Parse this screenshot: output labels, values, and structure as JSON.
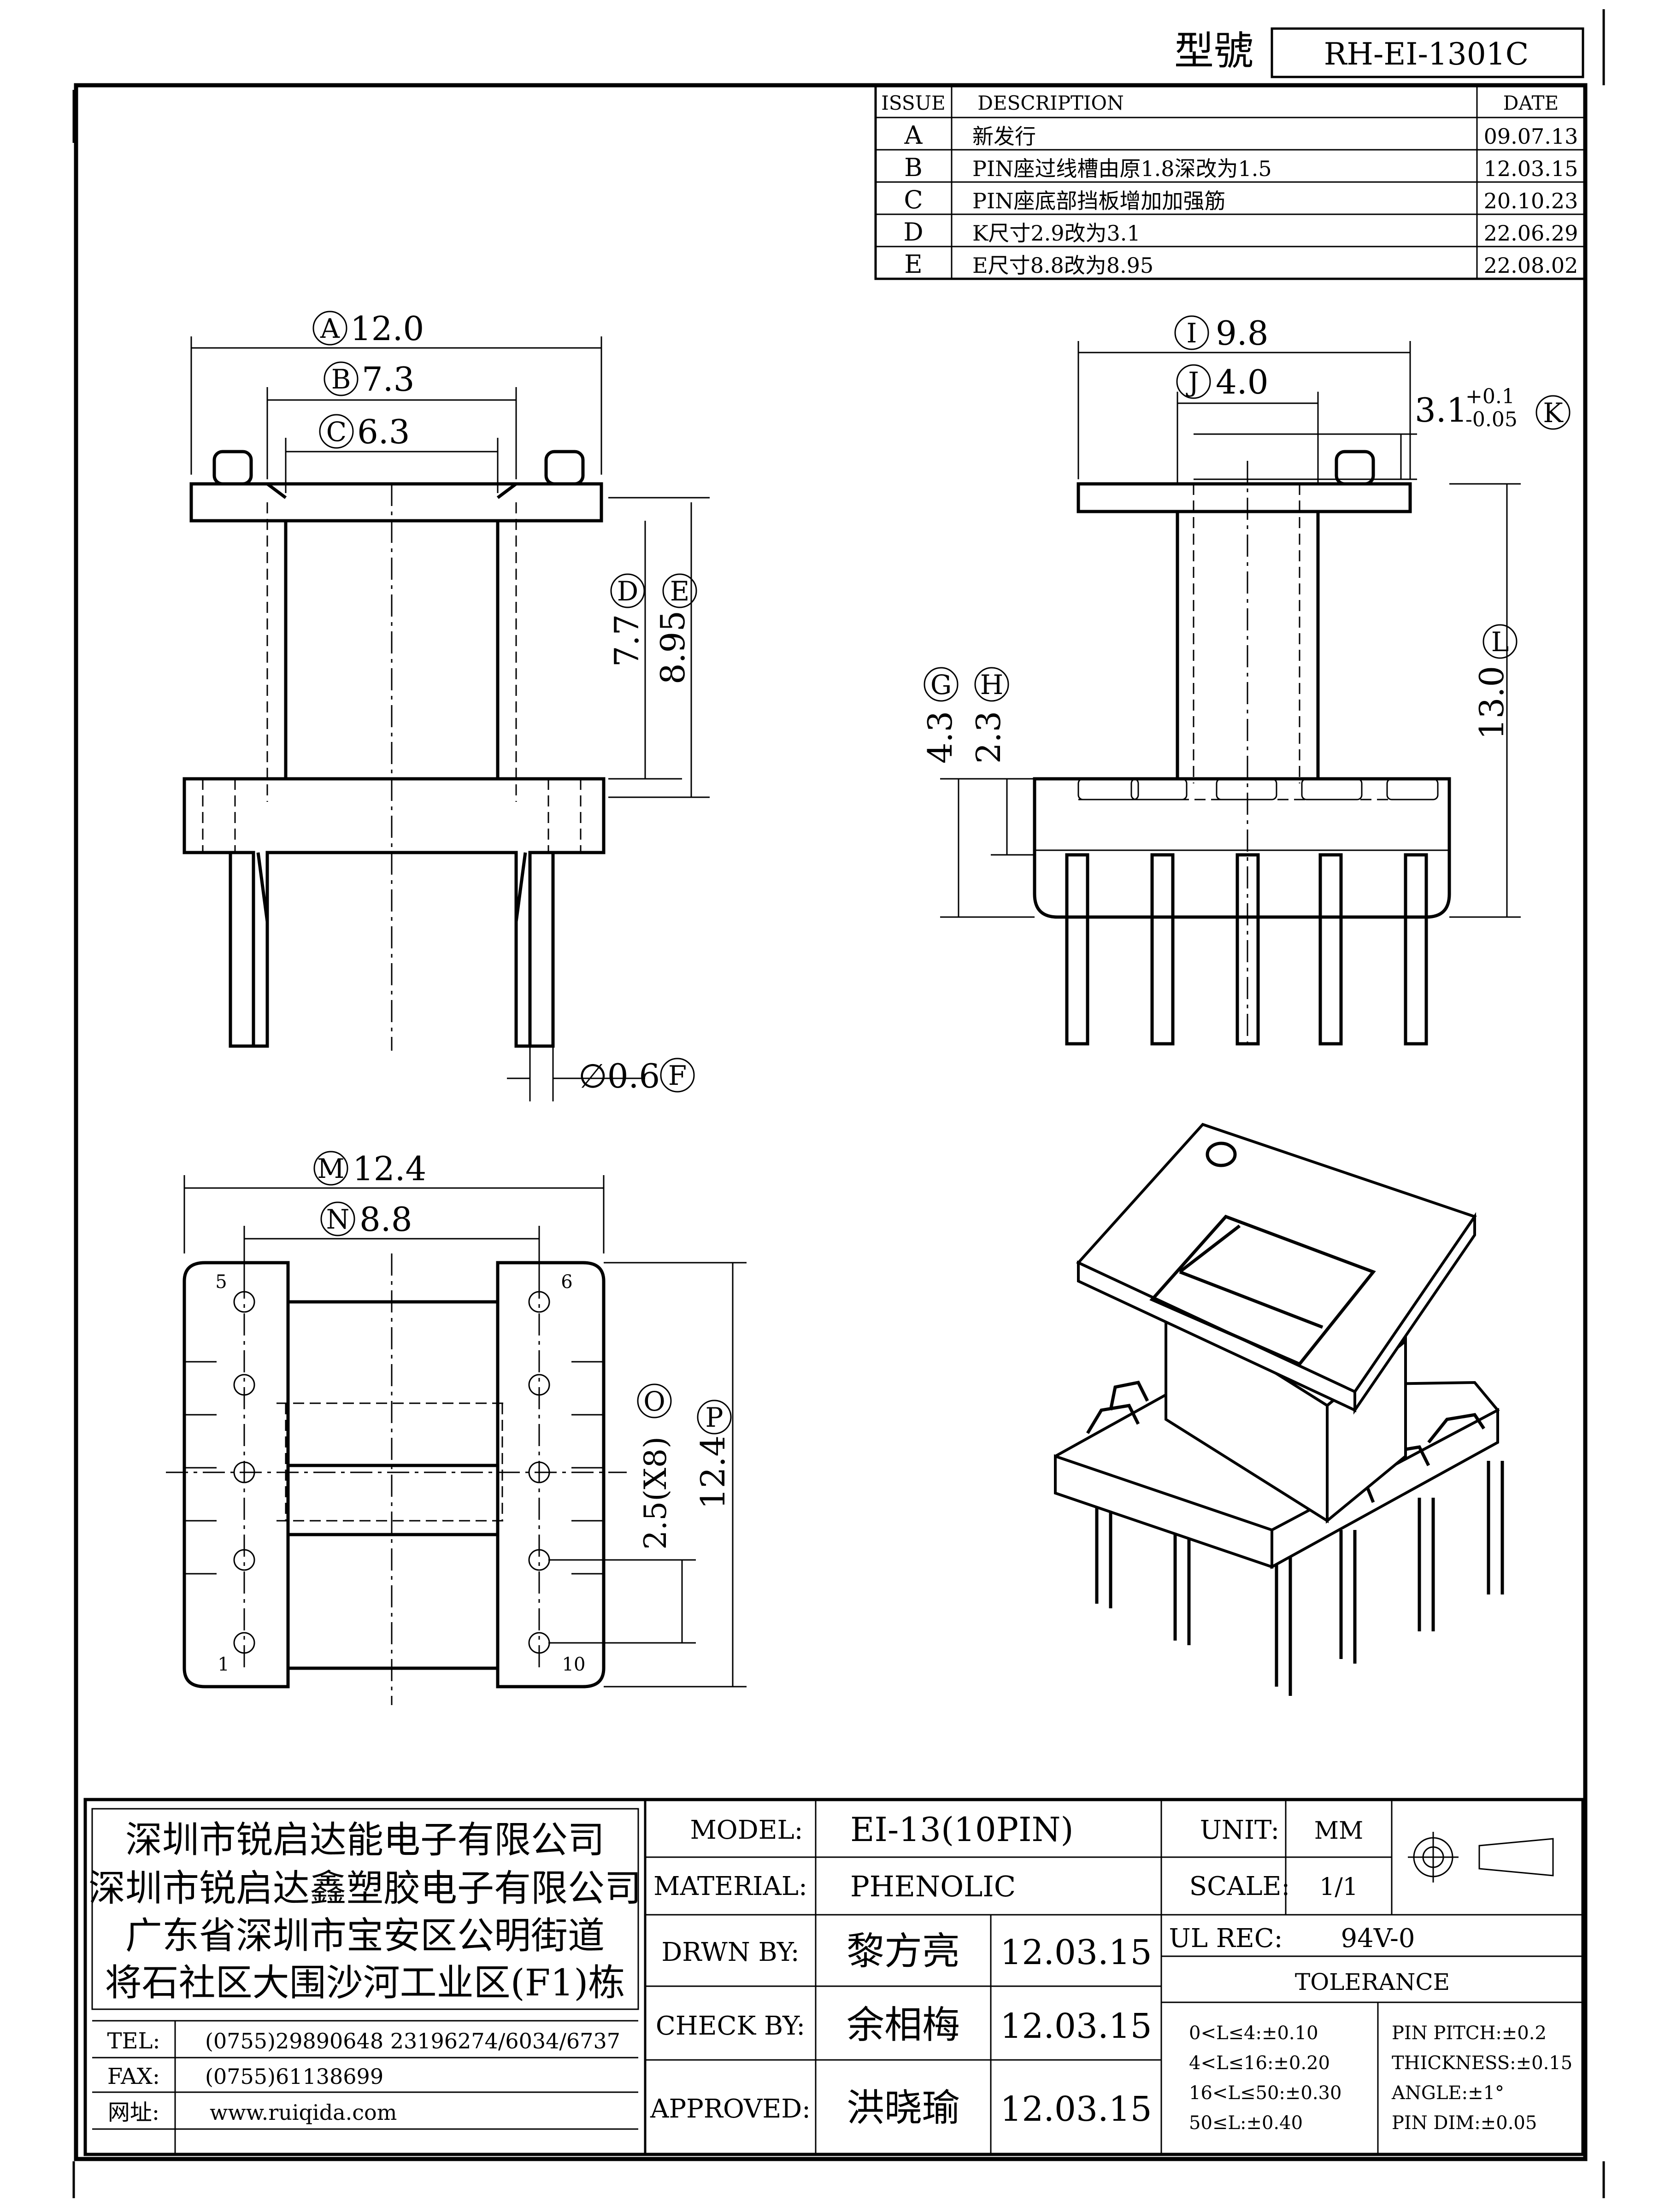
{
  "header": {
    "model_label": "型號",
    "model_number": "RH-EI-1301C"
  },
  "revisions": {
    "headers": {
      "issue": "ISSUE",
      "description": "DESCRIPTION",
      "date": "DATE"
    },
    "rows": [
      {
        "issue": "A",
        "description": "新发行",
        "date": "09.07.13"
      },
      {
        "issue": "B",
        "description": "PIN座过线槽由原1.8深改为1.5",
        "date": "12.03.15"
      },
      {
        "issue": "C",
        "description": "PIN座底部挡板增加加强筋",
        "date": "20.10.23"
      },
      {
        "issue": "D",
        "description": "K尺寸2.9改为3.1",
        "date": "22.06.29"
      },
      {
        "issue": "E",
        "description": "E尺寸8.8改为8.95",
        "date": "22.08.02"
      }
    ]
  },
  "dimensions": {
    "A": {
      "letter": "A",
      "value": "12.0"
    },
    "B": {
      "letter": "B",
      "value": "7.3"
    },
    "C": {
      "letter": "C",
      "value": "6.3"
    },
    "D": {
      "letter": "D",
      "value": "7.7"
    },
    "E": {
      "letter": "E",
      "value": "8.95"
    },
    "F": {
      "letter": "F",
      "value": "∅0.6"
    },
    "G": {
      "letter": "G",
      "value": "4.3"
    },
    "H": {
      "letter": "H",
      "value": "2.3"
    },
    "I": {
      "letter": "I",
      "value": "9.8"
    },
    "J": {
      "letter": "J",
      "value": "4.0"
    },
    "K": {
      "letter": "K",
      "value": "3.1",
      "tol_plus": "+0.1",
      "tol_minus": "-0.05"
    },
    "L": {
      "letter": "L",
      "value": "13.0"
    },
    "M": {
      "letter": "M",
      "value": "12.4"
    },
    "N": {
      "letter": "N",
      "value": "8.8"
    },
    "O": {
      "letter": "O",
      "value": "2.5(X8)"
    },
    "P": {
      "letter": "P",
      "value": "12.4"
    }
  },
  "pin_numbers": {
    "p5": "5",
    "p6": "6",
    "p1": "1",
    "p10": "10"
  },
  "company": {
    "lines": [
      "深圳市锐启达能电子有限公司",
      "深圳市锐启达鑫塑胶电子有限公司",
      "广东省深圳市宝安区公明街道",
      "将石社区大围沙河工业区(F1)栋"
    ],
    "tel_label": "TEL:",
    "tel_value": "(0755)29890648  23196274/6034/6737",
    "fax_label": "FAX:",
    "fax_value": "(0755)61138699",
    "web_label": "网址:",
    "web_value": "www.ruiqida.com"
  },
  "title_block": {
    "model_label": "MODEL:",
    "model_value": "EI-13(10PIN)",
    "material_label": "MATERIAL:",
    "material_value": "PHENOLIC",
    "unit_label": "UNIT:",
    "unit_value": "MM",
    "scale_label": "SCALE:",
    "scale_value": "1/1",
    "ul_label": "UL REC:",
    "ul_value": "94V-0",
    "drawn_label": "DRWN BY:",
    "drawn_name": "黎方亮",
    "drawn_date": "12.03.15",
    "check_label": "CHECK BY:",
    "check_name": "余相梅",
    "check_date": "12.03.15",
    "approved_label": "APPROVED:",
    "approved_name": "洪晓瑜",
    "approved_date": "12.03.15",
    "tolerance_label": "TOLERANCE",
    "tolerance_left": [
      "0<L≤4:±0.10",
      "4<L≤16:±0.20",
      "16<L≤50:±0.30",
      "50≤L:±0.40"
    ],
    "tolerance_right": [
      "PIN PITCH:±0.2",
      "THICKNESS:±0.15",
      "ANGLE:±1°",
      "PIN DIM:±0.05"
    ]
  }
}
